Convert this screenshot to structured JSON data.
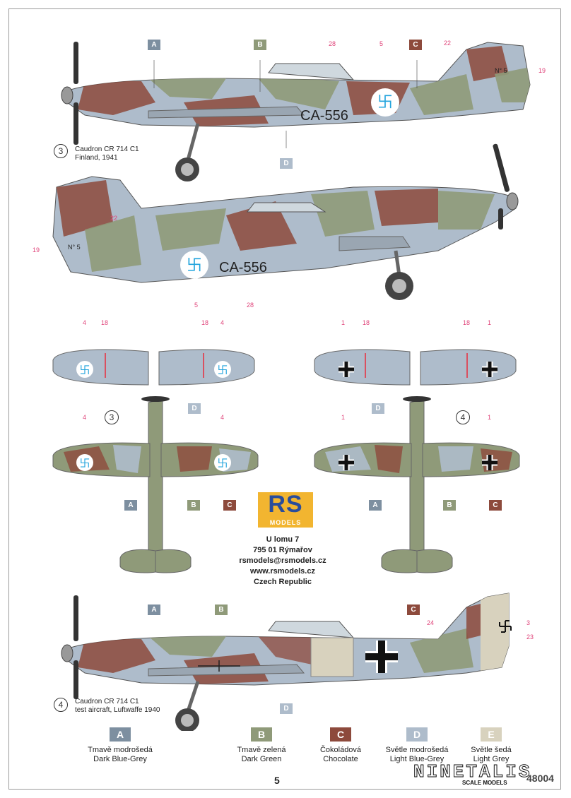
{
  "labels": {
    "A": "A",
    "B": "B",
    "C": "C",
    "D": "D",
    "E": "E"
  },
  "callouts": [
    "28",
    "5",
    "22",
    "19",
    "22",
    "19",
    "5",
    "28",
    "4",
    "18",
    "18",
    "4",
    "1",
    "18",
    "18",
    "1",
    "4",
    "4",
    "1",
    "1",
    "24",
    "3",
    "23"
  ],
  "codes": {
    "top": "CA-556",
    "second": "CA-556",
    "tail_no": "N° 5"
  },
  "variants": {
    "v3": {
      "num": "3",
      "title": "Caudron CR 714 C1",
      "subtitle": "Finland, 1941"
    },
    "v4": {
      "num": "4",
      "title": "Caudron CR 714 C1",
      "subtitle": "test aircraft, Luftwaffe 1940"
    }
  },
  "logo": {
    "big": "RS",
    "small": "MODELS"
  },
  "address": [
    "U lomu 7",
    "795 01 Rýmařov",
    "rsmodels@rsmodels.cz",
    "www.rsmodels.cz",
    "Czech Republic"
  ],
  "legend": [
    {
      "letter": "A",
      "cz": "Tmavě modrošedá",
      "en": "Dark Blue-Grey"
    },
    {
      "letter": "B",
      "cz": "Tmavě zelená",
      "en": "Dark Green"
    },
    {
      "letter": "C",
      "cz": "Čokoládová",
      "en": "Chocolate"
    },
    {
      "letter": "D",
      "cz": "Světle modrošedá",
      "en": "Light Blue-Grey"
    },
    {
      "letter": "E",
      "cz": "Světle šedá",
      "en": "Light Grey"
    }
  ],
  "page_number": "5",
  "watermark": {
    "main": "NINETALIS",
    "sub": "SCALE MODELS"
  },
  "catalog": "48004",
  "colors": {
    "A": "#7d8fa0",
    "B": "#8f9a79",
    "C": "#8d4a3c",
    "D": "#aebccb",
    "E": "#d8d2be"
  }
}
